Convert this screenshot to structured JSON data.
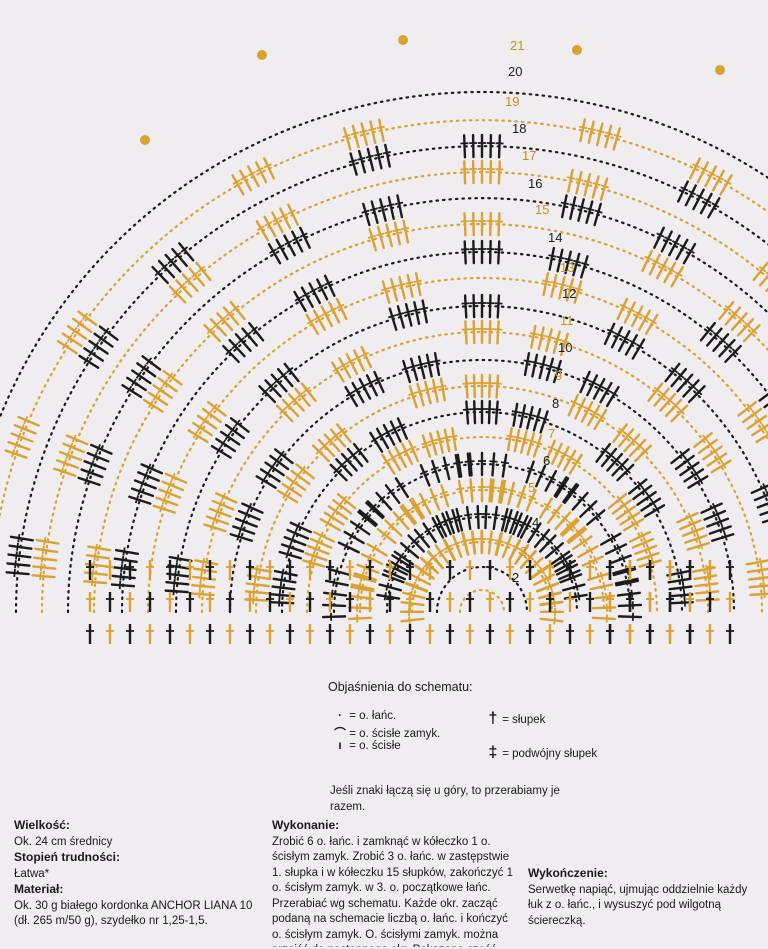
{
  "round_numbers": [
    "2",
    "3",
    "4",
    "5",
    "6",
    "7",
    "8",
    "9",
    "10",
    "11",
    "12",
    "13",
    "14",
    "15",
    "16",
    "17",
    "18",
    "19",
    "20",
    "21"
  ],
  "colors": {
    "black_rounds": "#1c1c1c",
    "gold_rounds": "#d9a232",
    "background": "#efedef"
  },
  "legend": {
    "title": "Objaśnienia do schematu",
    "title_colon": ":",
    "chain": "= o. łańc.",
    "slip_close": "= o. ścisłe zamyk.",
    "slip": "= o. ścisłe",
    "dc": "= słupek",
    "tr": "= podwójny słupek"
  },
  "note": "Jeśli znaki łączą się u góry, to przerabiamy je razem.",
  "size": {
    "heading": "Wielkość:",
    "value": "Ok. 24 cm średnicy"
  },
  "difficulty": {
    "heading": "Stopień trudności:",
    "value": "Łatwa*"
  },
  "material": {
    "heading": "Materiał:",
    "value": "Ok. 30 g białego kordonka ANCHOR LIANA 10 (dł. 265 m/50 g), szydełko nr 1,25-1,5."
  },
  "execution": {
    "heading": "Wykonanie:",
    "text": "Zrobić 6 o. łańc. i zamknąć w kółeczko 1 o. ścisłym zamyk. Zrobić 3 o. łańc. w zastępstwie 1. słupka i w kółeczku 15 słupków, zakończyć 1 o. ścisłym zamyk. w 3. o. początkowe łańc. Przerabiać wg schematu. Każde okr. zacząć podaną na schemacie liczbą o. łańc. i kończyć o. ścisłym zamyk. O. ścisłymi zamyk. można przejść do następnego okr. Pokazano część serwetki, okr. kończyć wg wzoru. Liczby określają okr."
  },
  "finishing": {
    "heading": "Wykończenie:",
    "text": "Serwetkę napiąć, ujmując oddzielnie każdy łuk z o. łańc., i wysuszyć pod wilgotną ściereczką."
  }
}
